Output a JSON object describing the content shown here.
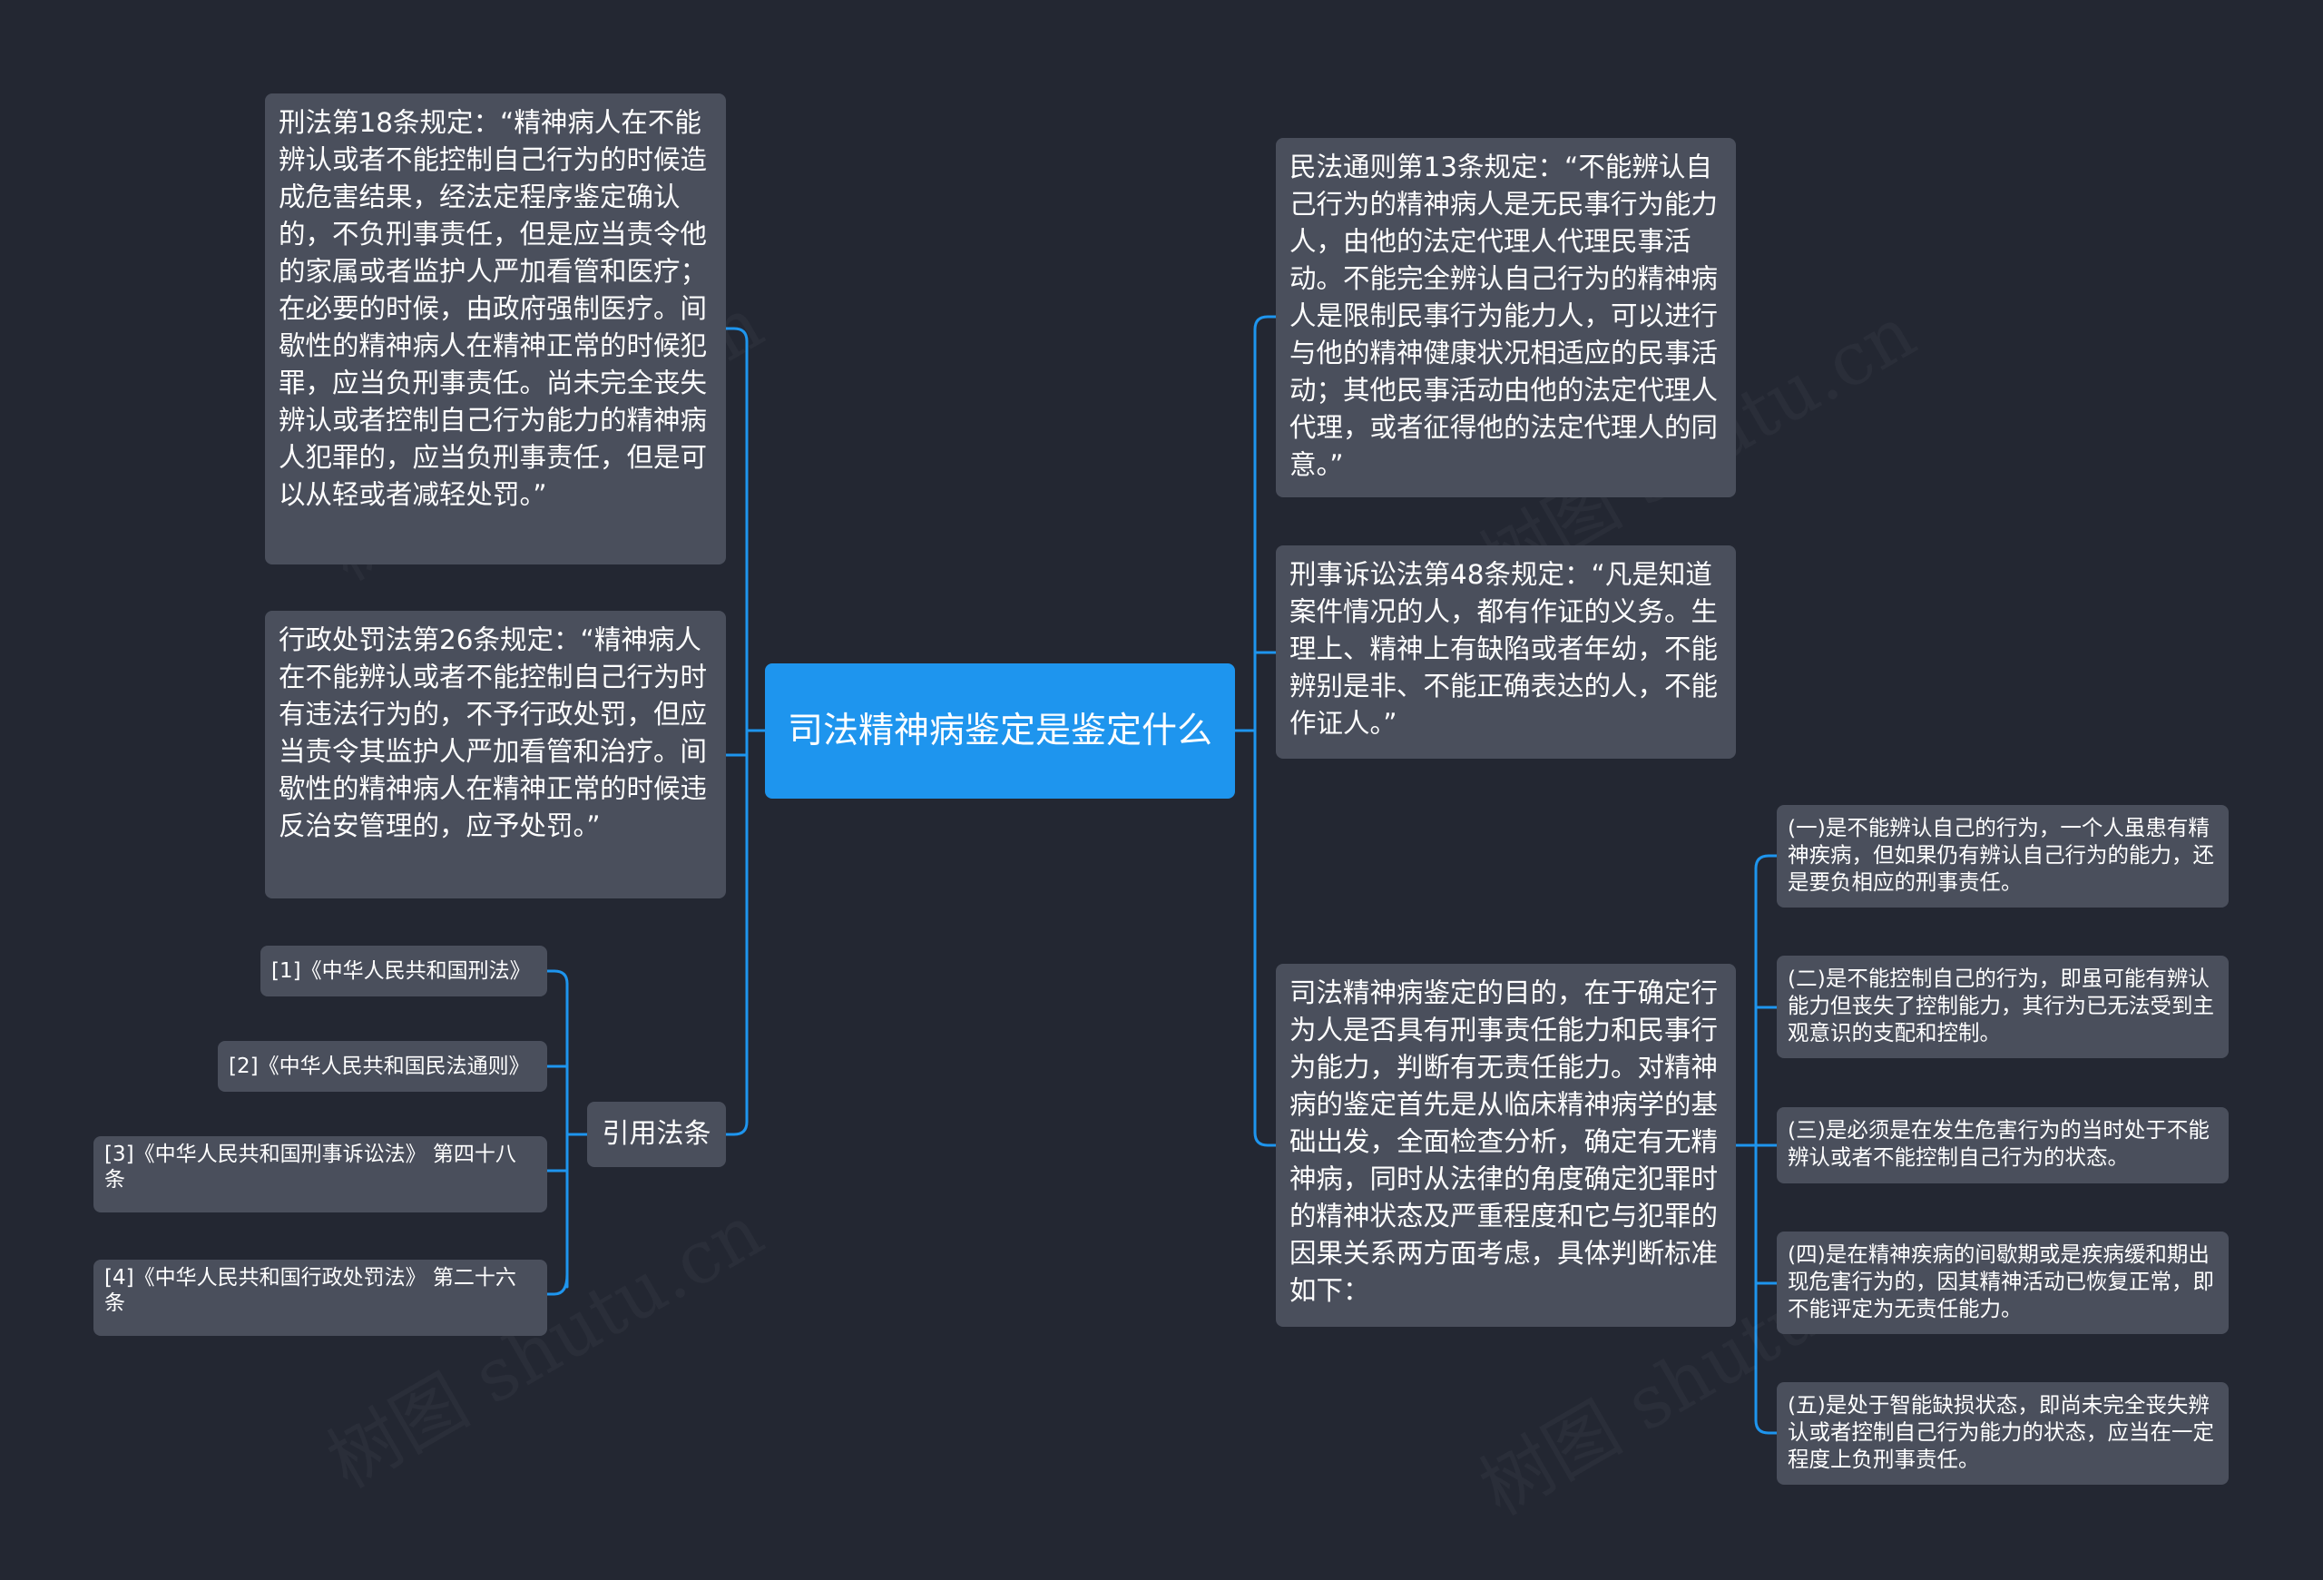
{
  "root": {
    "title": "司法精神病鉴定是鉴定什么"
  },
  "left": {
    "criminal_law_art18": "刑法第18条规定：“精神病人在不能辨认或者不能控制自己行为的时候造成危害结果，经法定程序鉴定确认的，不负刑事责任，但是应当责令他的家属或者监护人严加看管和医疗；在必要的时候，由政府强制医疗。间歇性的精神病人在精神正常的时候犯罪，应当负刑事责任。尚未完全丧失辨认或者控制自己行为能力的精神病人犯罪的，应当负刑事责任，但是可以从轻或者减轻处罚。”",
    "admin_penalty_art26": "行政处罚法第26条规定：“精神病人在不能辨认或者不能控制自己行为时有违法行为的，不予行政处罚，但应当责令其监护人严加看管和治疗。间歇性的精神病人在精神正常的时候违反治安管理的，应予处罚。”",
    "references": {
      "label": "引用法条",
      "items": [
        "[1]《中华人民共和国刑法》",
        "[2]《中华人民共和国民法通则》",
        "[3]《中华人民共和国刑事诉讼法》 第四十八条",
        "[4]《中华人民共和国行政处罚法》 第二十六条"
      ]
    }
  },
  "right": {
    "civil_law_art13": "民法通则第13条规定：“不能辨认自己行为的精神病人是无民事行为能力人，由他的法定代理人代理民事活动。不能完全辨认自己行为的精神病人是限制民事行为能力人，可以进行与他的精神健康状况相适应的民事活动；其他民事活动由他的法定代理人代理，或者征得他的法定代理人的同意。”",
    "criminal_procedure_art48": "刑事诉讼法第48条规定：“凡是知道案件情况的人，都有作证的义务。生理上、精神上有缺陷或者年幼，不能辨别是非、不能正确表达的人，不能作证人。”",
    "purpose": {
      "text": "司法精神病鉴定的目的，在于确定行为人是否具有刑事责任能力和民事行为能力，判断有无责任能力。对精神病的鉴定首先是从临床精神病学的基础出发，全面检查分析，确定有无精神病，同时从法律的角度确定犯罪时的精神状态及严重程度和它与犯罪的因果关系两方面考虑，具体判断标准如下：",
      "criteria": [
        "(一)是不能辨认自己的行为，一个人虽患有精神疾病，但如果仍有辨认自己行为的能力，还是要负相应的刑事责任。",
        "(二)是不能控制自己的行为，即虽可能有辨认能力但丧失了控制能力，其行为已无法受到主观意识的支配和控制。",
        "(三)是必须是在发生危害行为的当时处于不能辨认或者不能控制自己行为的状态。",
        "(四)是在精神疾病的间歇期或是疾病缓和期出现危害行为的，因其精神活动已恢复正常，即不能评定为无责任能力。",
        "(五)是处于智能缺损状态，即尚未完全丧失辨认或者控制自己行为能力的状态，应当在一定程度上负刑事责任。"
      ]
    }
  },
  "colors": {
    "background": "#232732",
    "node": "#4a4f5c",
    "root": "#1e95ee",
    "connector": "#1e95ee"
  }
}
